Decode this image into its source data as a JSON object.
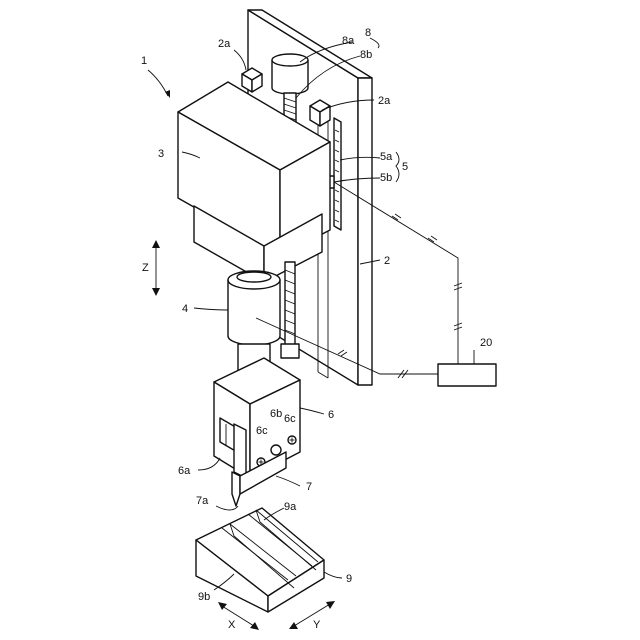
{
  "labels": {
    "device": "1",
    "column": "2",
    "guide_block": "2a",
    "head": "3",
    "spindle_unit": "4",
    "scale_group": "5",
    "scale": "5a",
    "scale_reader": "5b",
    "holder": "6",
    "slot": "6a",
    "hole": "6b",
    "screw": "6c",
    "tool": "7",
    "tool_tip": "7a",
    "motor_group": "8",
    "motor": "8a",
    "ball_screw": "8b",
    "workpiece": "9",
    "groove": "9a",
    "groove_face": "9b",
    "controller": "20"
  },
  "axes": {
    "z": "Z",
    "x": "X",
    "y": "Y"
  }
}
